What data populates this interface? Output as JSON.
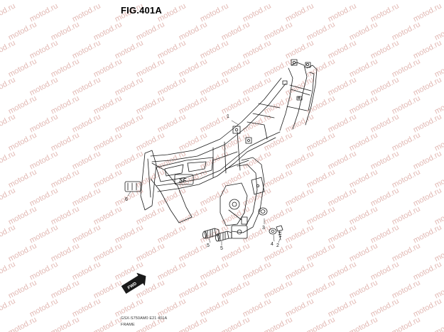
{
  "figure": {
    "title": "FIG.401A",
    "code": "GSX-S750AM0 E21 401A",
    "name": "FRAME"
  },
  "watermark": {
    "text": "motod.ru",
    "color": "#e2b9b4"
  },
  "callouts": {
    "c1": "1",
    "c2": "2",
    "c3": "3",
    "c4": "4",
    "c5a": "5",
    "c5b": "5",
    "c6": "6"
  },
  "badge": {
    "text": "FWD"
  },
  "frame_label": "SF"
}
